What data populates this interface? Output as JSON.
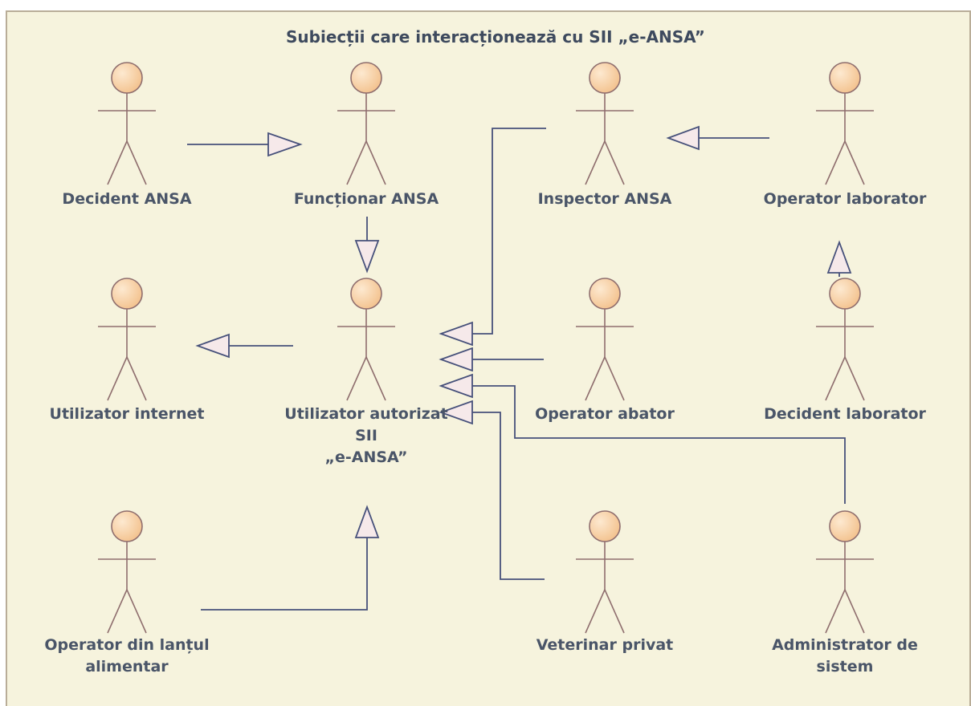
{
  "title": "Subiecții care interacționează cu SII „e-ANSA”",
  "actors": [
    {
      "id": "decident-ansa",
      "lines": [
        "Decident ANSA"
      ]
    },
    {
      "id": "functionar-ansa",
      "lines": [
        "Funcționar ANSA"
      ]
    },
    {
      "id": "inspector-ansa",
      "lines": [
        "Inspector ANSA"
      ]
    },
    {
      "id": "operator-laborator",
      "lines": [
        "Operator laborator"
      ]
    },
    {
      "id": "utilizator-internet",
      "lines": [
        "Utilizator internet"
      ]
    },
    {
      "id": "utilizator-autorizat",
      "lines": [
        "Utilizator autorizat",
        "SII",
        "„e-ANSA”"
      ]
    },
    {
      "id": "operator-abator",
      "lines": [
        "Operator abator"
      ]
    },
    {
      "id": "decident-laborator",
      "lines": [
        "Decident laborator"
      ]
    },
    {
      "id": "operator-lant",
      "lines": [
        "Operator din lanțul",
        "alimentar"
      ]
    },
    {
      "id": "veterinar-privat",
      "lines": [
        "Veterinar privat"
      ]
    },
    {
      "id": "administrator-sistem",
      "lines": [
        "Administrator de",
        "sistem"
      ]
    }
  ],
  "generalizations": [
    {
      "from": "decident-ansa",
      "to": "functionar-ansa"
    },
    {
      "from": "operator-laborator",
      "to": "inspector-ansa"
    },
    {
      "from": "functionar-ansa",
      "to": "utilizator-autorizat"
    },
    {
      "from": "decident-laborator",
      "to": "operator-laborator"
    },
    {
      "from": "utilizator-autorizat",
      "to": "utilizator-internet"
    },
    {
      "from": "inspector-ansa",
      "to": "utilizator-autorizat"
    },
    {
      "from": "operator-abator",
      "to": "utilizator-autorizat"
    },
    {
      "from": "administrator-sistem",
      "to": "utilizator-autorizat"
    },
    {
      "from": "veterinar-privat",
      "to": "utilizator-autorizat"
    },
    {
      "from": "operator-lant",
      "to": "utilizator-autorizat"
    }
  ],
  "colors": {
    "frame_fill": "#f6f3dd",
    "frame_border": "#b9ad98",
    "actor_head_fill": "#f8d4a6",
    "actor_stroke": "#8f6e6e",
    "connector": "#46507a",
    "arrowhead_fill": "#f6e9ea",
    "text": "#4a5568"
  }
}
